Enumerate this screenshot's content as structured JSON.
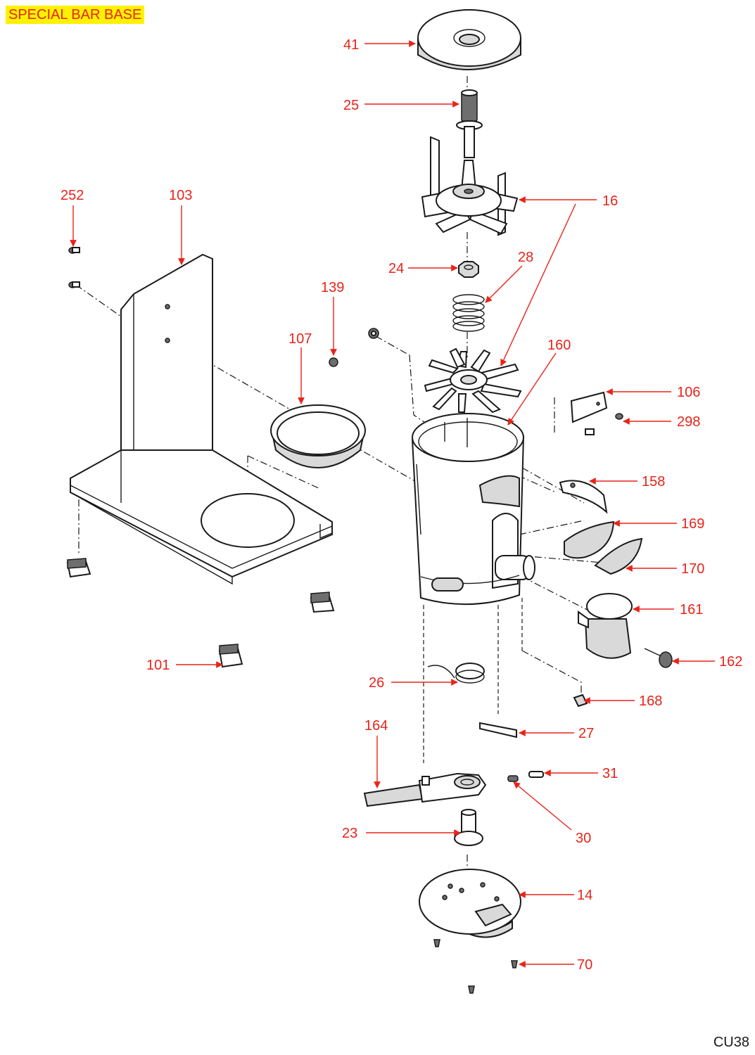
{
  "header": {
    "title": "SPECIAL BAR BASE"
  },
  "footer": {
    "code": "CU38"
  },
  "colors": {
    "callout": "#e8241a",
    "banner_bg": "#fff200",
    "line": "#1a1a1a"
  },
  "callouts": [
    {
      "id": "41",
      "text": "41"
    },
    {
      "id": "25",
      "text": "25"
    },
    {
      "id": "252",
      "text": "252"
    },
    {
      "id": "103",
      "text": "103"
    },
    {
      "id": "16",
      "text": "16"
    },
    {
      "id": "24",
      "text": "24"
    },
    {
      "id": "28",
      "text": "28"
    },
    {
      "id": "139",
      "text": "139"
    },
    {
      "id": "107",
      "text": "107"
    },
    {
      "id": "160",
      "text": "160"
    },
    {
      "id": "106",
      "text": "106"
    },
    {
      "id": "298",
      "text": "298"
    },
    {
      "id": "158",
      "text": "158"
    },
    {
      "id": "169",
      "text": "169"
    },
    {
      "id": "170",
      "text": "170"
    },
    {
      "id": "161",
      "text": "161"
    },
    {
      "id": "162",
      "text": "162"
    },
    {
      "id": "101",
      "text": "101"
    },
    {
      "id": "26",
      "text": "26"
    },
    {
      "id": "168",
      "text": "168"
    },
    {
      "id": "164",
      "text": "164"
    },
    {
      "id": "27",
      "text": "27"
    },
    {
      "id": "31",
      "text": "31"
    },
    {
      "id": "23",
      "text": "23"
    },
    {
      "id": "30",
      "text": "30"
    },
    {
      "id": "14",
      "text": "14"
    },
    {
      "id": "70",
      "text": "70"
    }
  ]
}
